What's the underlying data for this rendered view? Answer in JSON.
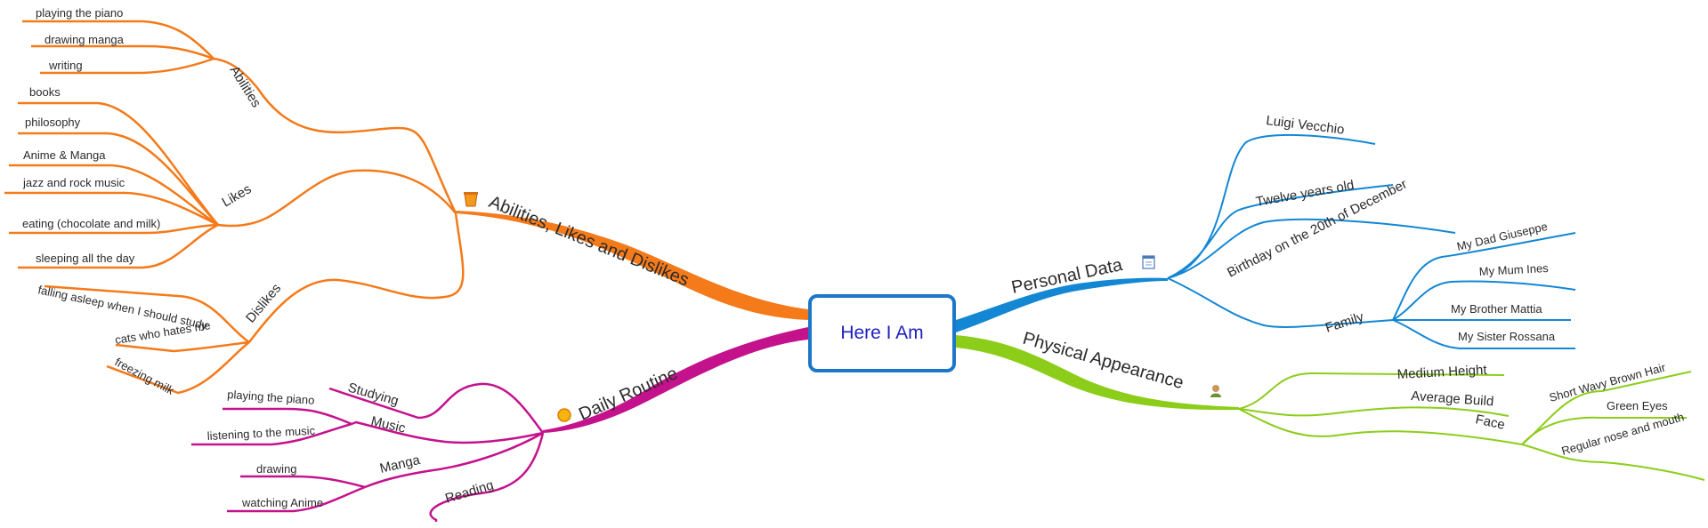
{
  "central": {
    "label": "Here I Am"
  },
  "colors": {
    "orange": "#f47a1a",
    "blue": "#1387d3",
    "green": "#8ccd1a",
    "magenta": "#c4128c",
    "central_border": "#1b78c9",
    "central_text": "#2020c0"
  },
  "branches": {
    "abilities_likes": {
      "label": "Abilities, Likes and Dislikes",
      "icon": "bucket-icon",
      "abilities": {
        "label": "Abilities",
        "items": [
          "playing the piano",
          "drawing manga",
          "writing"
        ]
      },
      "likes": {
        "label": "Likes",
        "items": [
          "books",
          "philosophy",
          "Anime & Manga",
          "jazz and rock music",
          "eating (chocolate and milk)",
          "sleeping all the day"
        ]
      },
      "dislikes": {
        "label": "Dislikes",
        "items": [
          "falling asleep when I should study",
          "cats who hates me",
          "freezing milk"
        ]
      }
    },
    "daily_routine": {
      "label": "Daily Routine",
      "icon": "sun-icon",
      "studying": {
        "label": "Studying"
      },
      "music": {
        "label": "Music",
        "items": [
          "playing the piano",
          "listening to the music"
        ]
      },
      "manga": {
        "label": "Manga",
        "items": [
          "drawing",
          "watching Anime"
        ]
      },
      "reading": {
        "label": "Reading"
      }
    },
    "personal_data": {
      "label": "Personal Data",
      "icon": "notepad-icon",
      "items": [
        "Luigi Vecchio",
        "Twelve years old",
        "Birthday on the 20th of December"
      ],
      "family": {
        "label": "Family",
        "items": [
          "My Dad Giuseppe",
          "My Mum Ines",
          "My Brother Mattia",
          "My Sister Rossana"
        ]
      }
    },
    "physical_appearance": {
      "label": "Physical Appearance",
      "icon": "person-icon",
      "items": [
        "Medium Height",
        "Average Build"
      ],
      "face": {
        "label": "Face",
        "items": [
          "Short Wavy Brown Hair",
          "Green Eyes",
          "Regular nose and mouth"
        ]
      }
    }
  }
}
